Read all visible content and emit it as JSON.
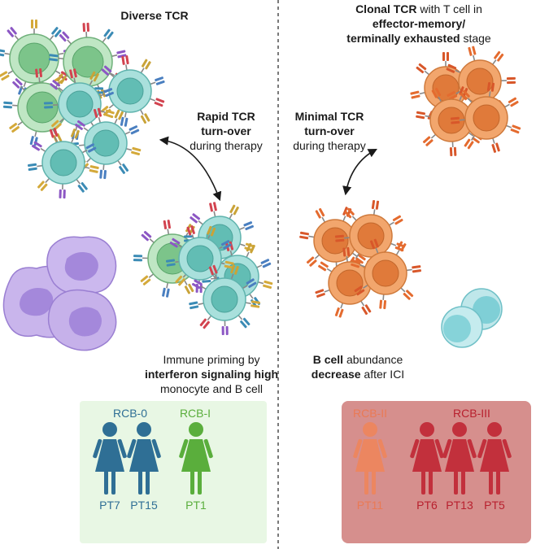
{
  "left_header": "Diverse TCR",
  "right_header": {
    "line1_bold": "Clonal TCR",
    "line1_rest": " with T cell in",
    "line2_bold": "effector-memory/",
    "line3_bold": "terminally exhausted",
    "line3_rest": " stage"
  },
  "left_turnover": {
    "line1": "Rapid TCR",
    "line2": "turn-over",
    "line3": "during therapy"
  },
  "right_turnover": {
    "line1": "Minimal TCR",
    "line2": "turn-over",
    "line3": "during therapy"
  },
  "left_caption": {
    "line1": "Immune priming by",
    "line2": "interferon signaling high",
    "line3": "monocyte and B cell"
  },
  "right_caption": {
    "line1_bold": "B cell",
    "line1_rest": " abundance",
    "line2_bold": "decrease",
    "line2_rest": " after ICI"
  },
  "groups": {
    "rcb0": {
      "label": "RCB-0",
      "patients": [
        "PT7",
        "PT15"
      ],
      "color": "#2f6f95"
    },
    "rcb1": {
      "label": "RCB-I",
      "patients": [
        "PT1"
      ],
      "color": "#5aae3c"
    },
    "rcb2": {
      "label": "RCB-II",
      "patients": [
        "PT11"
      ],
      "color": "#e0734a"
    },
    "rcb3": {
      "label": "RCB-III",
      "patients": [
        "PT6",
        "PT13",
        "PT5"
      ],
      "color": "#c2303c"
    }
  },
  "colors": {
    "green_cell": "#a8dcb0",
    "teal_cell": "#8fd3cf",
    "orange_cell": "#ee9a5c",
    "purple_cell": "#c4aee8",
    "light_blue_cell": "#a6dde0",
    "left_panel_bg": "#e7f6e3",
    "right_panel_bg": "#d9908e"
  },
  "icons": [
    "t-cell-icon",
    "monocyte-icon",
    "b-cell-icon",
    "tcr-receptor-icon",
    "female-person-icon",
    "double-arrow-icon"
  ]
}
